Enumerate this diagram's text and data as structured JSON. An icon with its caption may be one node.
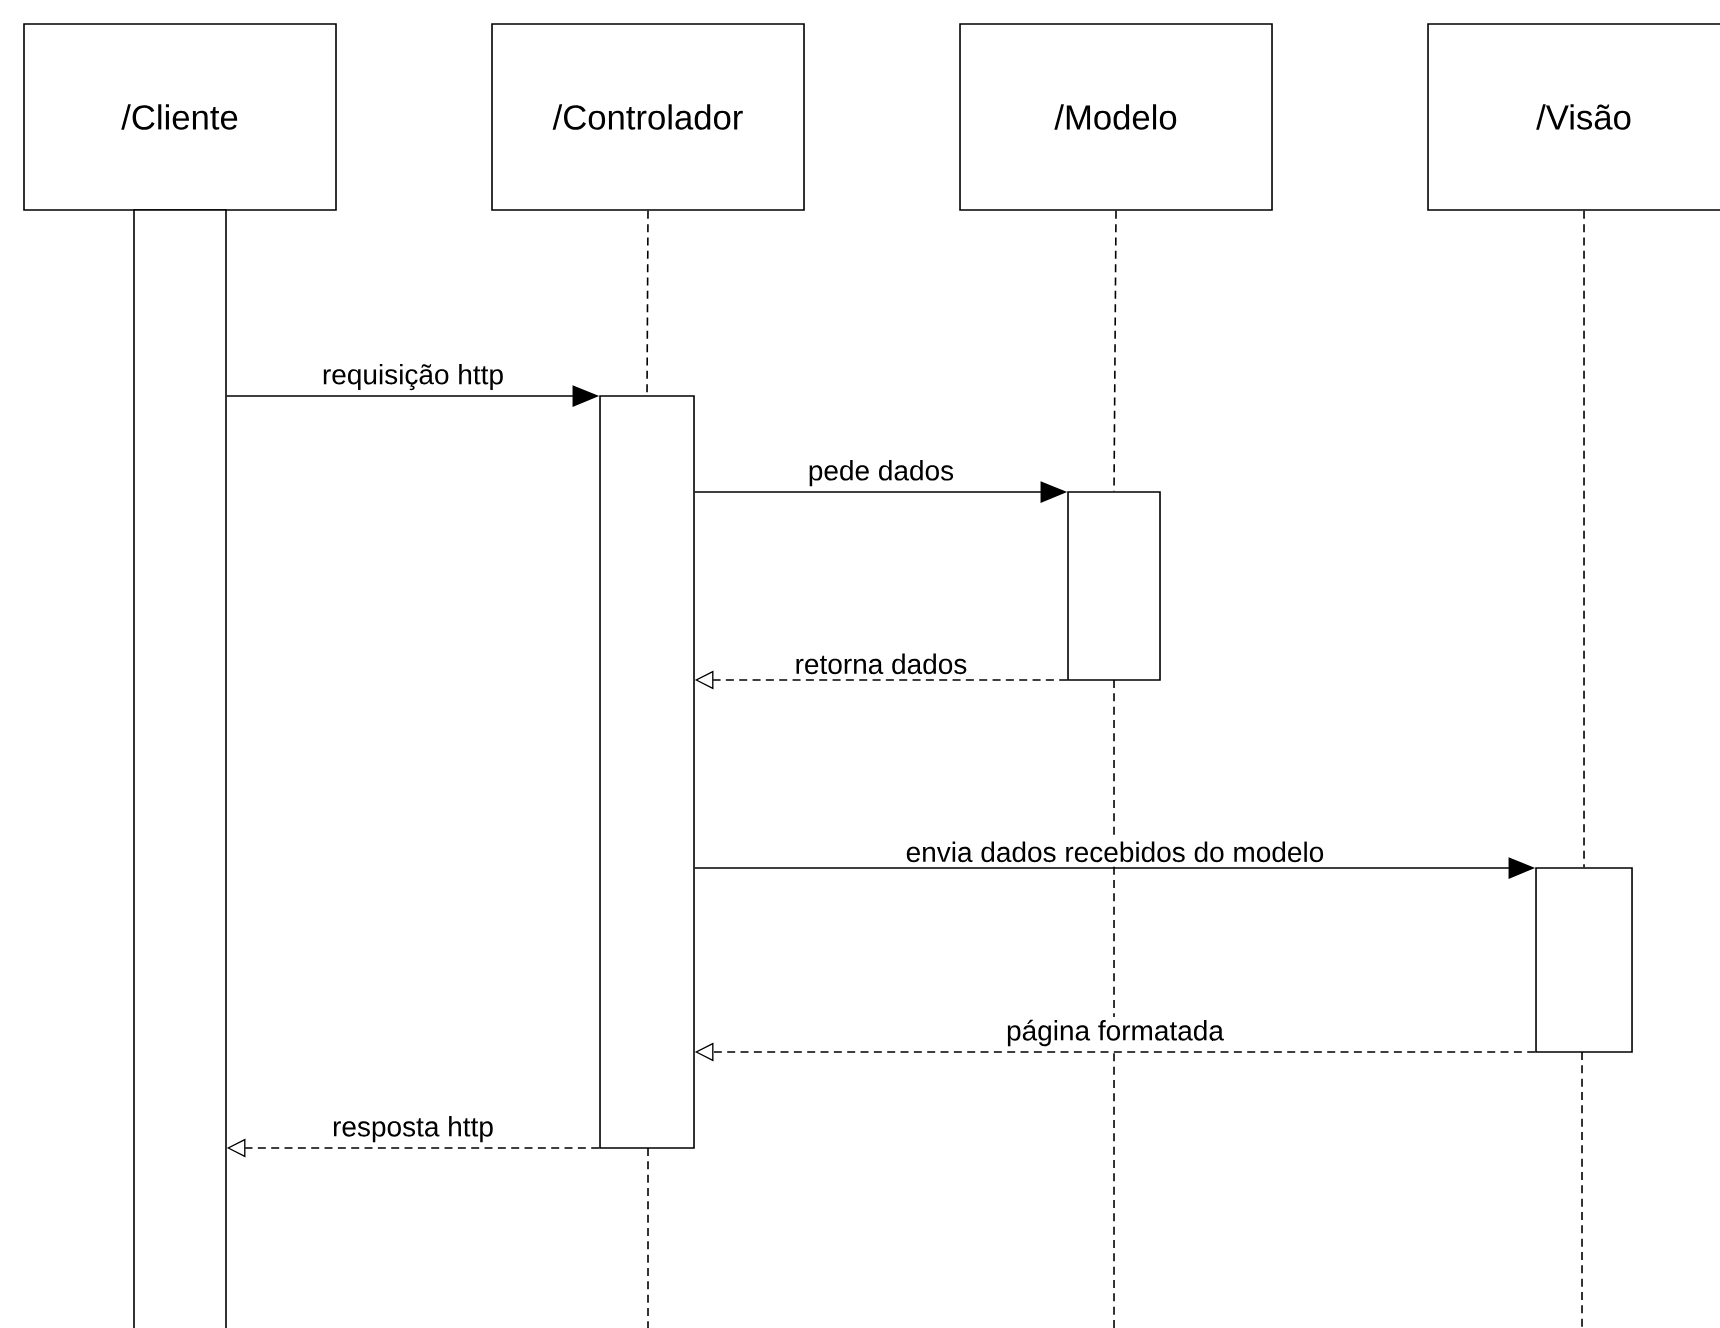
{
  "diagram": {
    "nodes": [
      {
        "text": [
          "/Cliente"
        ]
      },
      {
        "text": [
          "/Controlador"
        ]
      },
      {
        "text": [
          "/Modelo"
        ]
      },
      {
        "text": [
          "/Visão"
        ]
      },
      {
        "text": [],
        "shape": "bar"
      },
      {
        "text": [],
        "shape": "bar"
      },
      {
        "text": [],
        "shape": "bar"
      },
      {
        "text": [],
        "shape": "bar"
      }
    ],
    "edges": [
      {
        "from": 4,
        "to": 5,
        "arrow": "to",
        "label": "requisição http"
      },
      {
        "from": 5,
        "to": 6,
        "arrow": "to",
        "label": "pede dados"
      },
      {
        "from": 6,
        "to": 5,
        "arrow": "to",
        "label": "retorna dados",
        "style": "dashed"
      },
      {
        "from": 5,
        "to": 7,
        "arrow": "to",
        "label": "envia dados recebidos do modelo"
      },
      {
        "from": 7,
        "to": 5,
        "arrow": "to",
        "label": "página formatada",
        "style": "dashed"
      },
      {
        "from": 5,
        "to": 4,
        "arrow": "to",
        "label": "resposta http",
        "style": "dashed"
      },
      {
        "from": 1,
        "to": 5,
        "arrow": "none",
        "style": "dashed"
      },
      {
        "from": 2,
        "to": 6,
        "arrow": "none",
        "style": "dashed"
      },
      {
        "from": 3,
        "to": 7,
        "arrow": "none",
        "style": "dashed"
      }
    ]
  }
}
